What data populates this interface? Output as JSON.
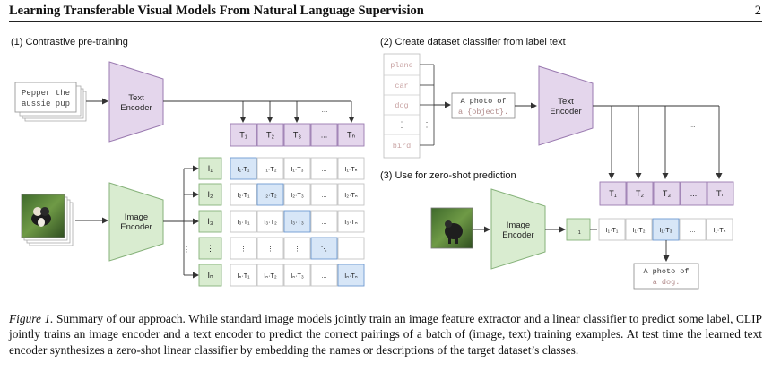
{
  "header": {
    "title": "Learning Transferable Visual Models From Natural Language Supervision",
    "page_number": "2"
  },
  "panel1": {
    "label": "(1) Contrastive pre-training",
    "text_input_line1": "Pepper the",
    "text_input_line2": "aussie pup",
    "text_encoder_line1": "Text",
    "text_encoder_line2": "Encoder",
    "image_encoder_line1": "Image",
    "image_encoder_line2": "Encoder",
    "ellipsis_top": "...",
    "t_labels": [
      "T₁",
      "T₂",
      "T₃",
      "...",
      "Tₙ"
    ],
    "i_labels": [
      "I₁",
      "I₂",
      "I₃",
      "⋮",
      "Iₙ"
    ],
    "matrix": [
      [
        "I₁·T₁",
        "I₁·T₂",
        "I₁·T₃",
        "...",
        "I₁·Tₙ"
      ],
      [
        "I₂·T₁",
        "I₂·T₂",
        "I₂·T₃",
        "...",
        "I₂·Tₙ"
      ],
      [
        "I₃·T₁",
        "I₃·T₂",
        "I₃·T₃",
        "...",
        "I₃·Tₙ"
      ],
      [
        "⋮",
        "⋮",
        "⋮",
        "⋱",
        "⋮"
      ],
      [
        "Iₙ·T₁",
        "Iₙ·T₂",
        "Iₙ·T₃",
        "...",
        "Iₙ·Tₙ"
      ]
    ]
  },
  "panel2": {
    "label": "(2) Create dataset classifier from label text",
    "labels": [
      "plane",
      "car",
      "dog",
      "⋮",
      "bird"
    ],
    "template_line1": "A photo of",
    "template_line2": "a {object}.",
    "text_encoder_line1": "Text",
    "text_encoder_line2": "Encoder",
    "ellipsis": "...",
    "t_labels": [
      "T₁",
      "T₂",
      "T₃",
      "...",
      "Tₙ"
    ]
  },
  "panel3": {
    "label": "(3) Use for zero-shot prediction",
    "image_encoder_line1": "Image",
    "image_encoder_line2": "Encoder",
    "i_label": "I₁",
    "row": [
      "I₁·T₁",
      "I₁·T₂",
      "I₁·T₃",
      "...",
      "I₁·Tₙ"
    ],
    "result_line1": "A photo of",
    "result_line2": "a dog."
  },
  "caption": {
    "label": "Figure 1.",
    "text": "Summary of our approach. While standard image models jointly train an image feature extractor and a linear classifier to predict some label, CLIP jointly trains an image encoder and a text encoder to predict the correct pairings of a batch of (image, text) training examples. At test time the learned text encoder synthesizes a zero-shot linear classifier by embedding the names or descriptions of the target dataset’s classes."
  },
  "colors": {
    "text_fill": "#e4d6ec",
    "text_stroke": "#9a7ab0",
    "image_fill": "#d9ecd0",
    "image_stroke": "#86b27a",
    "diag_fill": "#d7e6f7",
    "diag_stroke": "#6e9ad0",
    "label_gray": "#c9a4a4"
  }
}
